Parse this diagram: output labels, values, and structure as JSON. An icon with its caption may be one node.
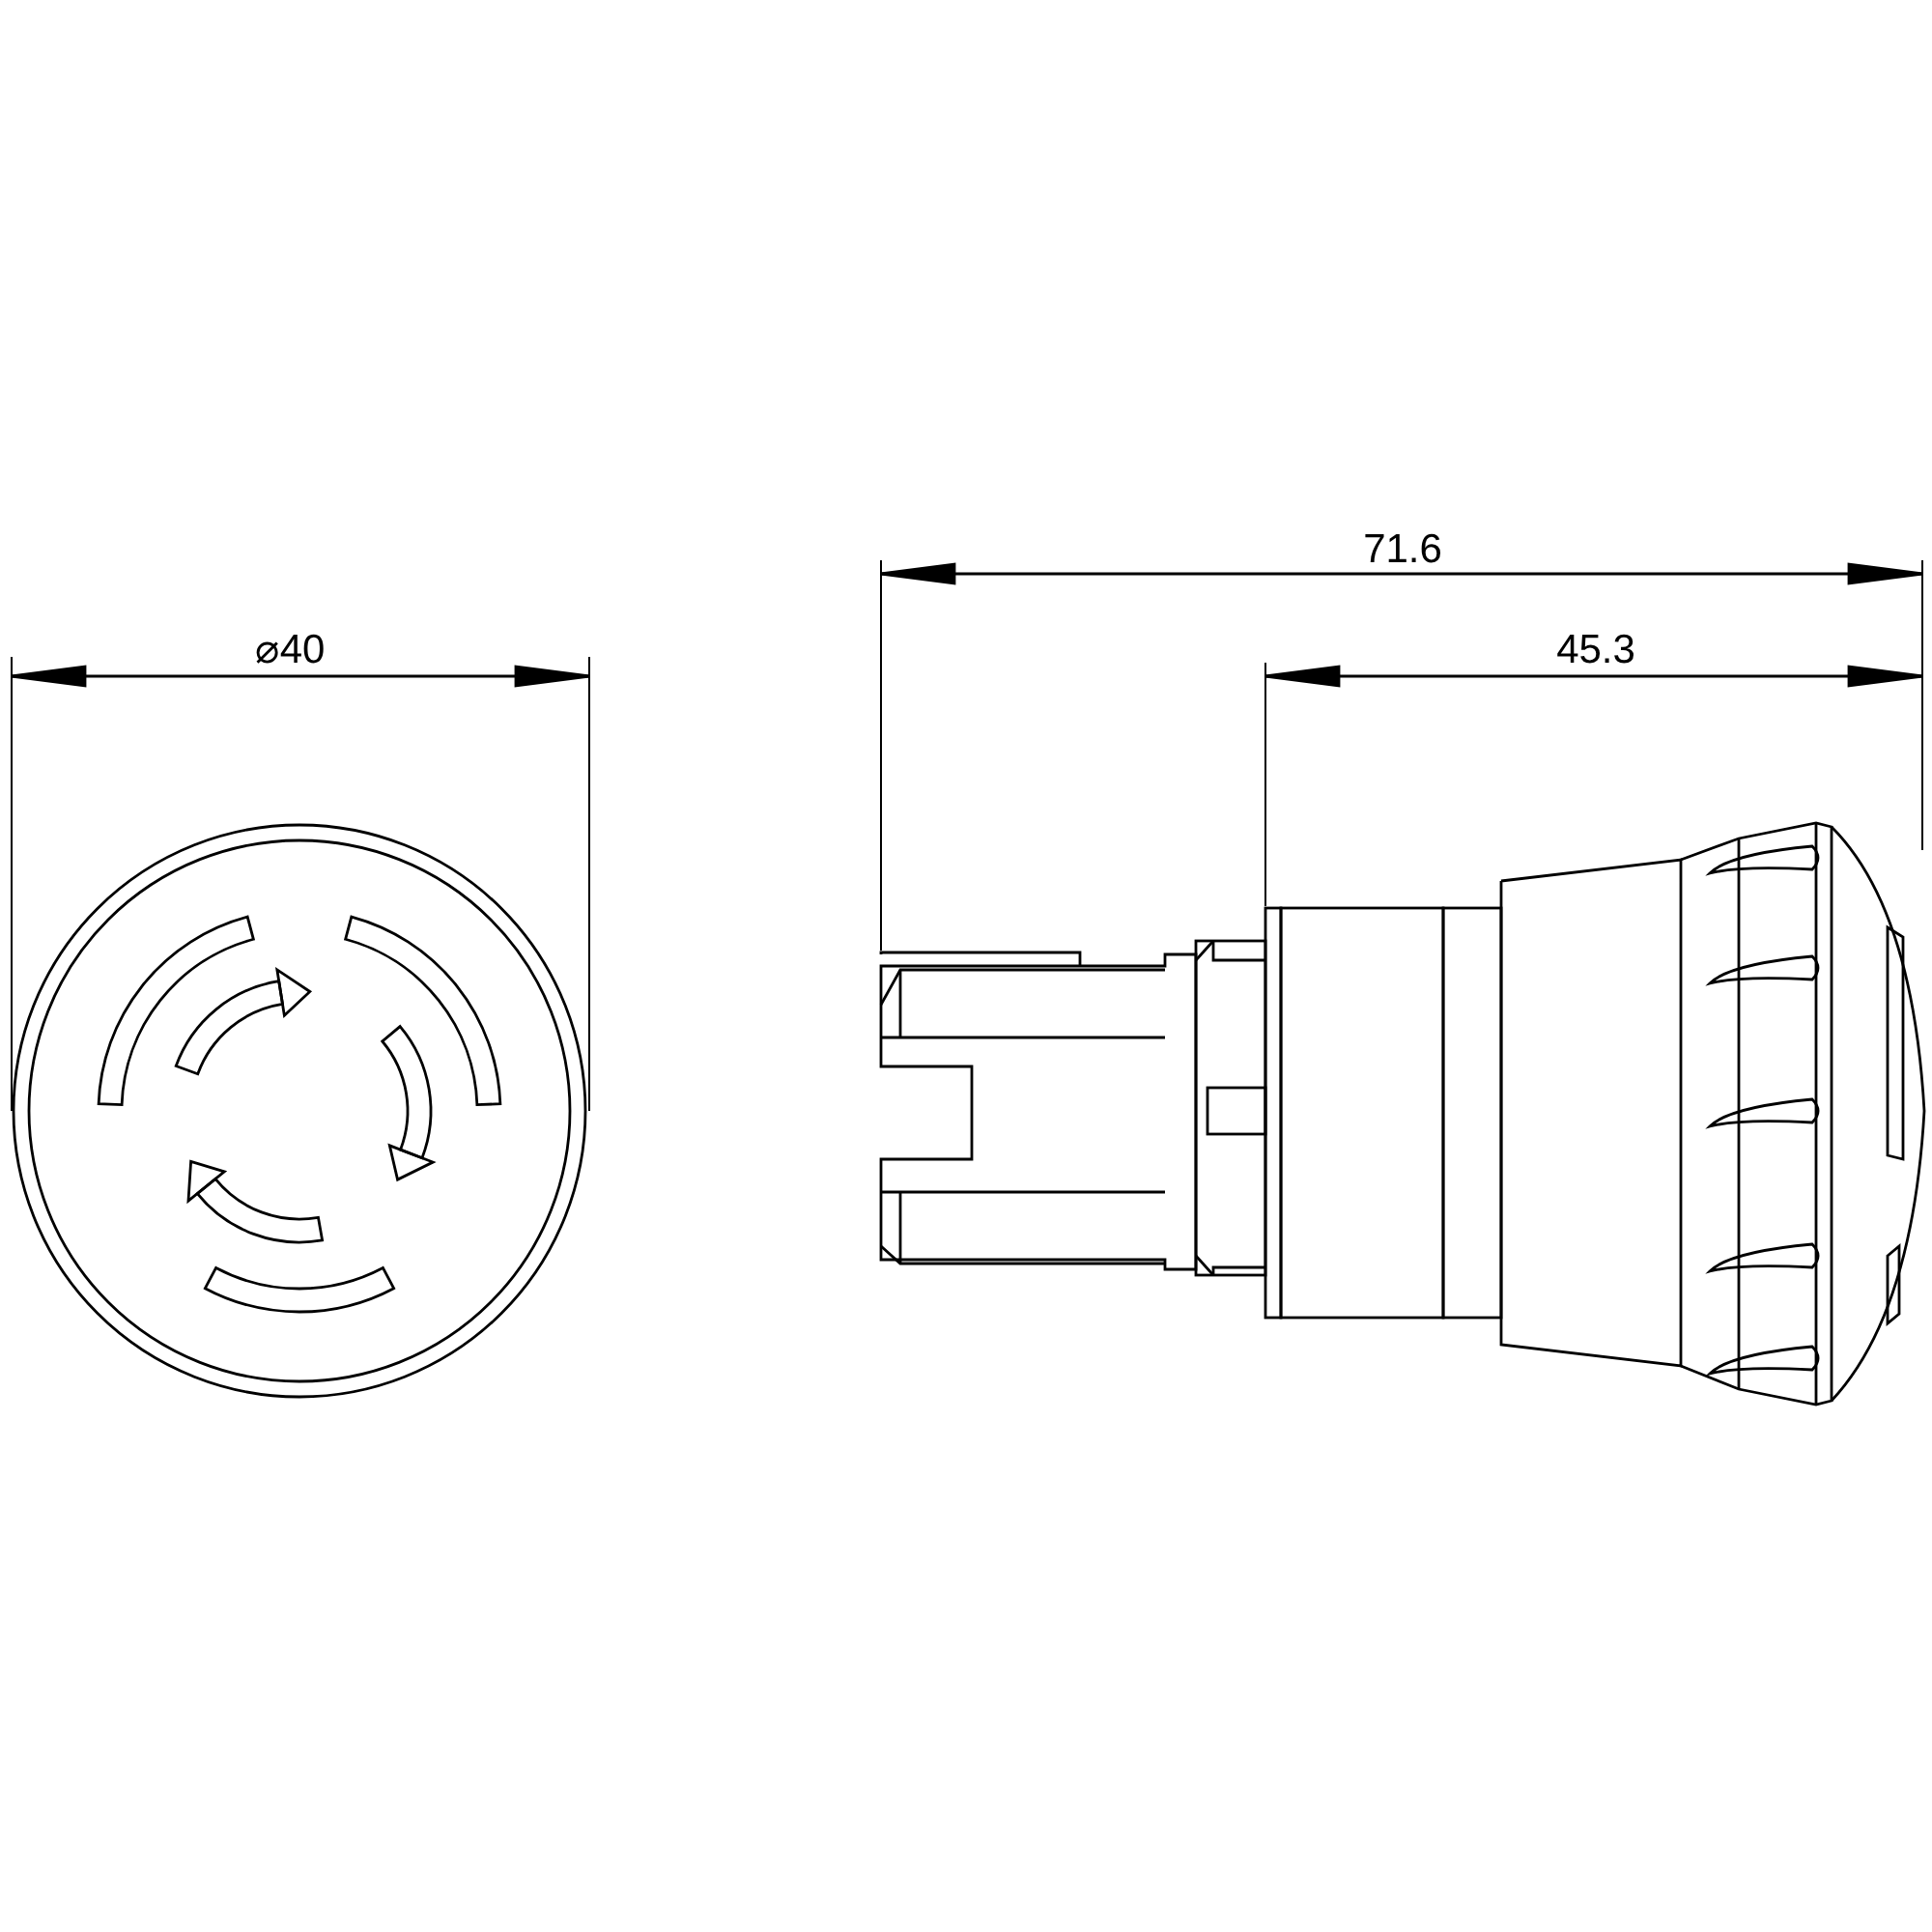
{
  "diagram": {
    "labels": [
      "⌀40",
      "71.6",
      "45.3"
    ]
  }
}
